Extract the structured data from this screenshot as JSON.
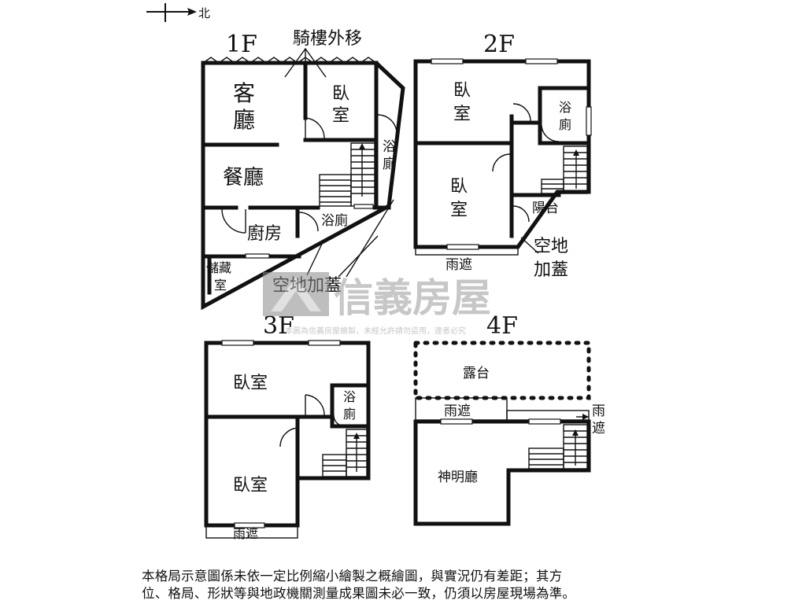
{
  "compass": {
    "north_label": "北"
  },
  "floors": {
    "f1": {
      "label": "1F",
      "rooms": {
        "living": [
          "客",
          "廳"
        ],
        "bedroom": [
          "臥",
          "室"
        ],
        "dining": "餐廳",
        "kitchen": "廚房",
        "bath_side": [
          "浴",
          "廁"
        ],
        "bath_small": "浴廁",
        "storage": [
          "儲藏",
          "室"
        ]
      },
      "annotations": {
        "arcade": "騎樓外移",
        "extension": "空地加蓋"
      }
    },
    "f2": {
      "label": "2F",
      "rooms": {
        "bedroom_top": [
          "臥",
          "室"
        ],
        "bedroom_mid": [
          "臥",
          "室"
        ],
        "bath": [
          "浴",
          "廁"
        ],
        "balcony": "陽台",
        "awning": "雨遮"
      },
      "annotations": {
        "extension": [
          "空地",
          "加蓋"
        ]
      }
    },
    "f3": {
      "label": "3F",
      "rooms": {
        "bedroom_top": "臥室",
        "bedroom_bottom": "臥室",
        "bath": [
          "浴",
          "廁"
        ],
        "awning": "雨遮"
      }
    },
    "f4": {
      "label": "4F",
      "rooms": {
        "terrace": "露台",
        "awning_left": "雨遮",
        "awning_right": [
          "雨",
          "遮"
        ],
        "shrine": "神明廳"
      }
    }
  },
  "watermark": {
    "brand": "信義房屋",
    "tagline": "本圖為信義房屋繪製，未經允許請勿盜用，違者必究"
  },
  "disclaimer": {
    "line1": "本格局示意圖係未依一定比例縮小繪製之概繪圖，與實況仍有差距；其方",
    "line2": "位、格局、形狀等與地政機關測量成果圖未必一致，仍須以房屋現場為準。"
  }
}
